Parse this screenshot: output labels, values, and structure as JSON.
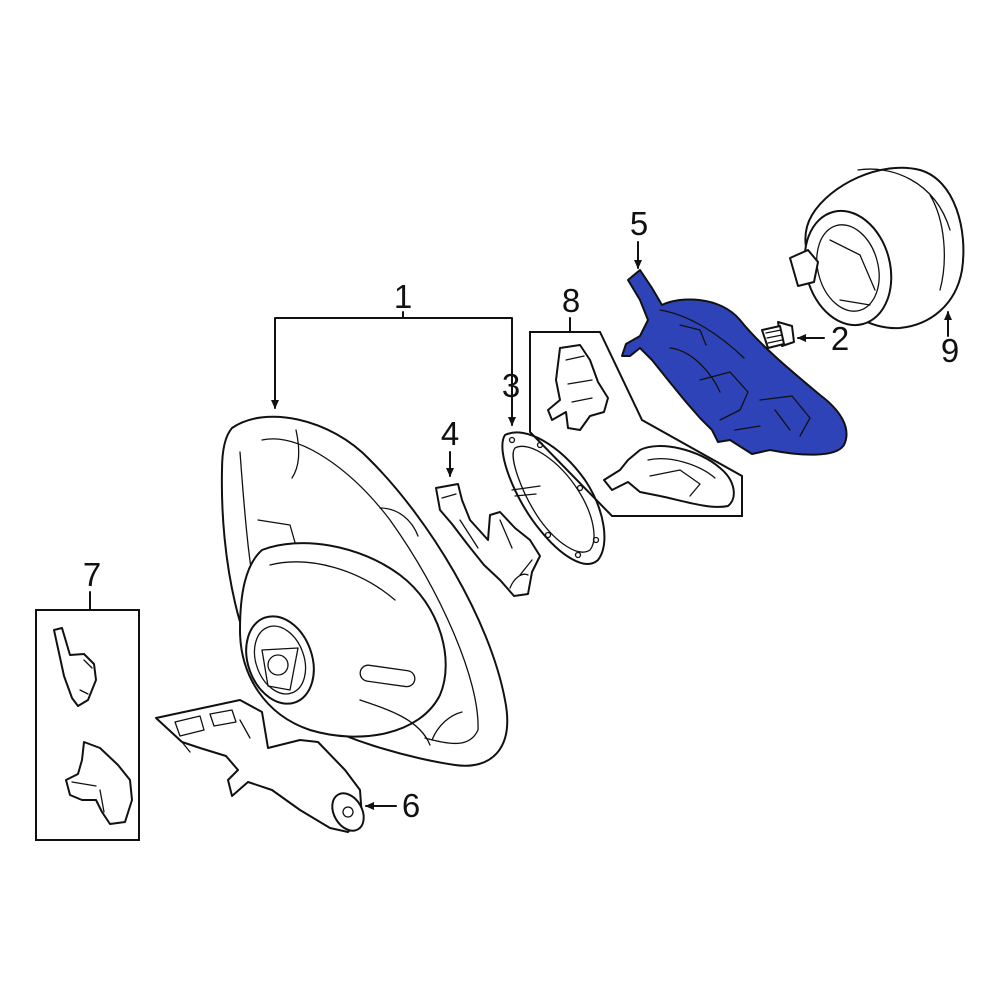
{
  "callouts": [
    {
      "id": "1",
      "label": "1"
    },
    {
      "id": "2",
      "label": "2"
    },
    {
      "id": "3",
      "label": "3"
    },
    {
      "id": "4",
      "label": "4"
    },
    {
      "id": "5",
      "label": "5"
    },
    {
      "id": "6",
      "label": "6"
    },
    {
      "id": "7",
      "label": "7"
    },
    {
      "id": "8",
      "label": "8"
    },
    {
      "id": "9",
      "label": "9"
    }
  ],
  "colors": {
    "highlight": "#2E43B8",
    "line": "#111111",
    "background": "#FFFFFF"
  },
  "highlighted_part": "5"
}
